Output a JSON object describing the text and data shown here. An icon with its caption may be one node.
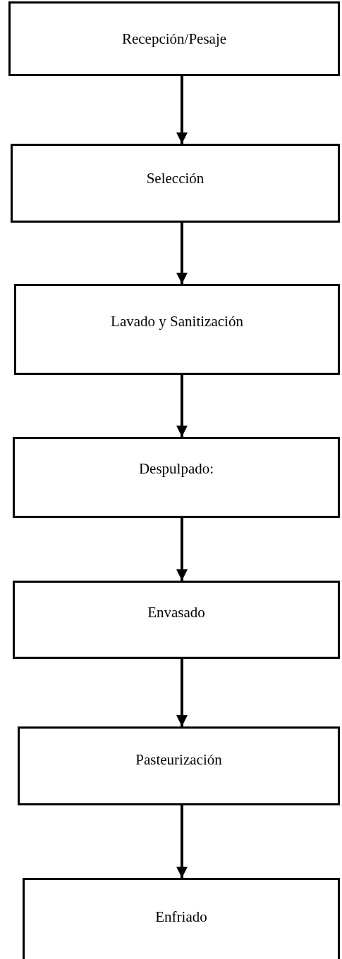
{
  "diagram": {
    "nodes": [
      {
        "text": [
          "Recepción/Pesaje"
        ]
      },
      {
        "text": [
          "Selección"
        ]
      },
      {
        "text": [
          "Lavado y Sanitización"
        ]
      },
      {
        "text": [
          "Despulpado:"
        ]
      },
      {
        "text": [
          "Envasado"
        ]
      },
      {
        "text": [
          "Pasteurización"
        ]
      },
      {
        "text": [
          "Enfriado"
        ]
      }
    ],
    "edges": [
      {
        "from": 0,
        "to": 1,
        "arrow": "to"
      },
      {
        "from": 1,
        "to": 2,
        "arrow": "to"
      },
      {
        "from": 2,
        "to": 3,
        "arrow": "to"
      },
      {
        "from": 3,
        "to": 4,
        "arrow": "to"
      },
      {
        "from": 4,
        "to": 5,
        "arrow": "to"
      },
      {
        "from": 5,
        "to": 6,
        "arrow": "to"
      }
    ]
  }
}
